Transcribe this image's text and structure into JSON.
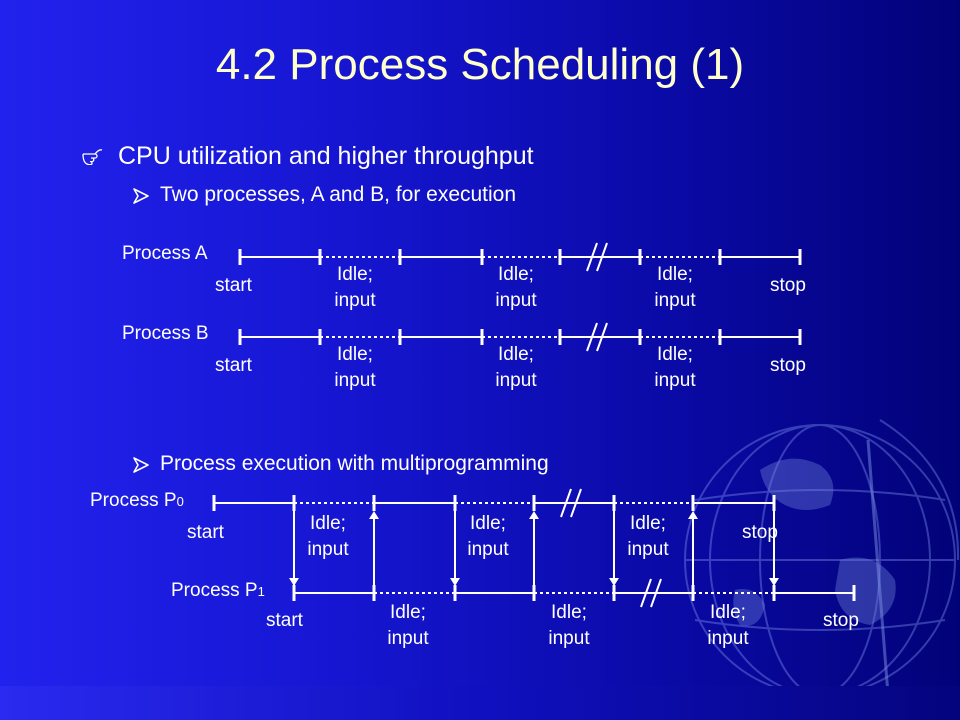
{
  "title": "4.2 Process Scheduling (1)",
  "bullets": {
    "main": "CPU utilization and higher throughput",
    "sub1": "Two processes, A and B, for execution",
    "sub2": "Process execution with multiprogramming"
  },
  "icons": {
    "bullet_main": "pointing-hand-icon",
    "bullet_sub": "arrowhead-icon"
  },
  "timelines": {
    "A": {
      "label": "Process A",
      "start": "start",
      "stop": "stop",
      "idle": [
        {
          "l1": "Idle;",
          "l2": "input"
        },
        {
          "l1": "Idle;",
          "l2": "input"
        },
        {
          "l1": "Idle;",
          "l2": "input"
        }
      ]
    },
    "B": {
      "label": "Process B",
      "start": "start",
      "stop": "stop",
      "idle": [
        {
          "l1": "Idle;",
          "l2": "input"
        },
        {
          "l1": "Idle;",
          "l2": "input"
        },
        {
          "l1": "Idle;",
          "l2": "input"
        }
      ]
    },
    "P0": {
      "label": "Process P",
      "sub": "0",
      "start": "start",
      "stop": "stop",
      "idle": [
        {
          "l1": "Idle;",
          "l2": "input"
        },
        {
          "l1": "Idle;",
          "l2": "input"
        },
        {
          "l1": "Idle;",
          "l2": "input"
        }
      ]
    },
    "P1": {
      "label": "Process P",
      "sub": "1",
      "start": "start",
      "stop": "stop",
      "idle": [
        {
          "l1": "Idle;",
          "l2": "input"
        },
        {
          "l1": "Idle;",
          "l2": "input"
        },
        {
          "l1": "Idle;",
          "l2": "input"
        }
      ]
    }
  },
  "colors": {
    "title": "#ffffcc",
    "text": "#ffffff",
    "background": "#1616d2"
  }
}
